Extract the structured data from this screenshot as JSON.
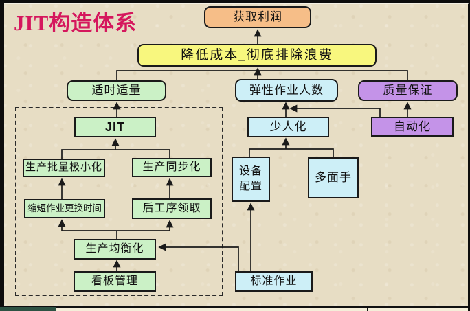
{
  "title": "JIT构造体系",
  "colors": {
    "background": "#e7ddc4",
    "title_text": "#d5175d",
    "profit_box": "#f6be88",
    "cost_box": "#f8f77e",
    "green_box": "#cbf1c6",
    "cyan_box": "#cdeff7",
    "purple_box": "#c493e8",
    "connector_line": "#1a1a1a",
    "footer_green": "#2d5243"
  },
  "nodes": {
    "profit": "获取利润",
    "cost": "降低成本_彻底排除浪费",
    "timely": "适时适量",
    "flexible": "弹性作业人数",
    "quality": "质量保证",
    "jit": "JIT",
    "batch": "生产批量极小化",
    "sync": "生产同步化",
    "changeover": "缩短作业更换时间",
    "pull": "后工序领取",
    "leveling": "生产均衡化",
    "kanban": "看板管理",
    "shojinka": "少人化",
    "jidoka": "自动化",
    "equipment_line1": "设备",
    "equipment_line2": "配置",
    "multiskill": "多面手",
    "standard": "标准作业"
  }
}
